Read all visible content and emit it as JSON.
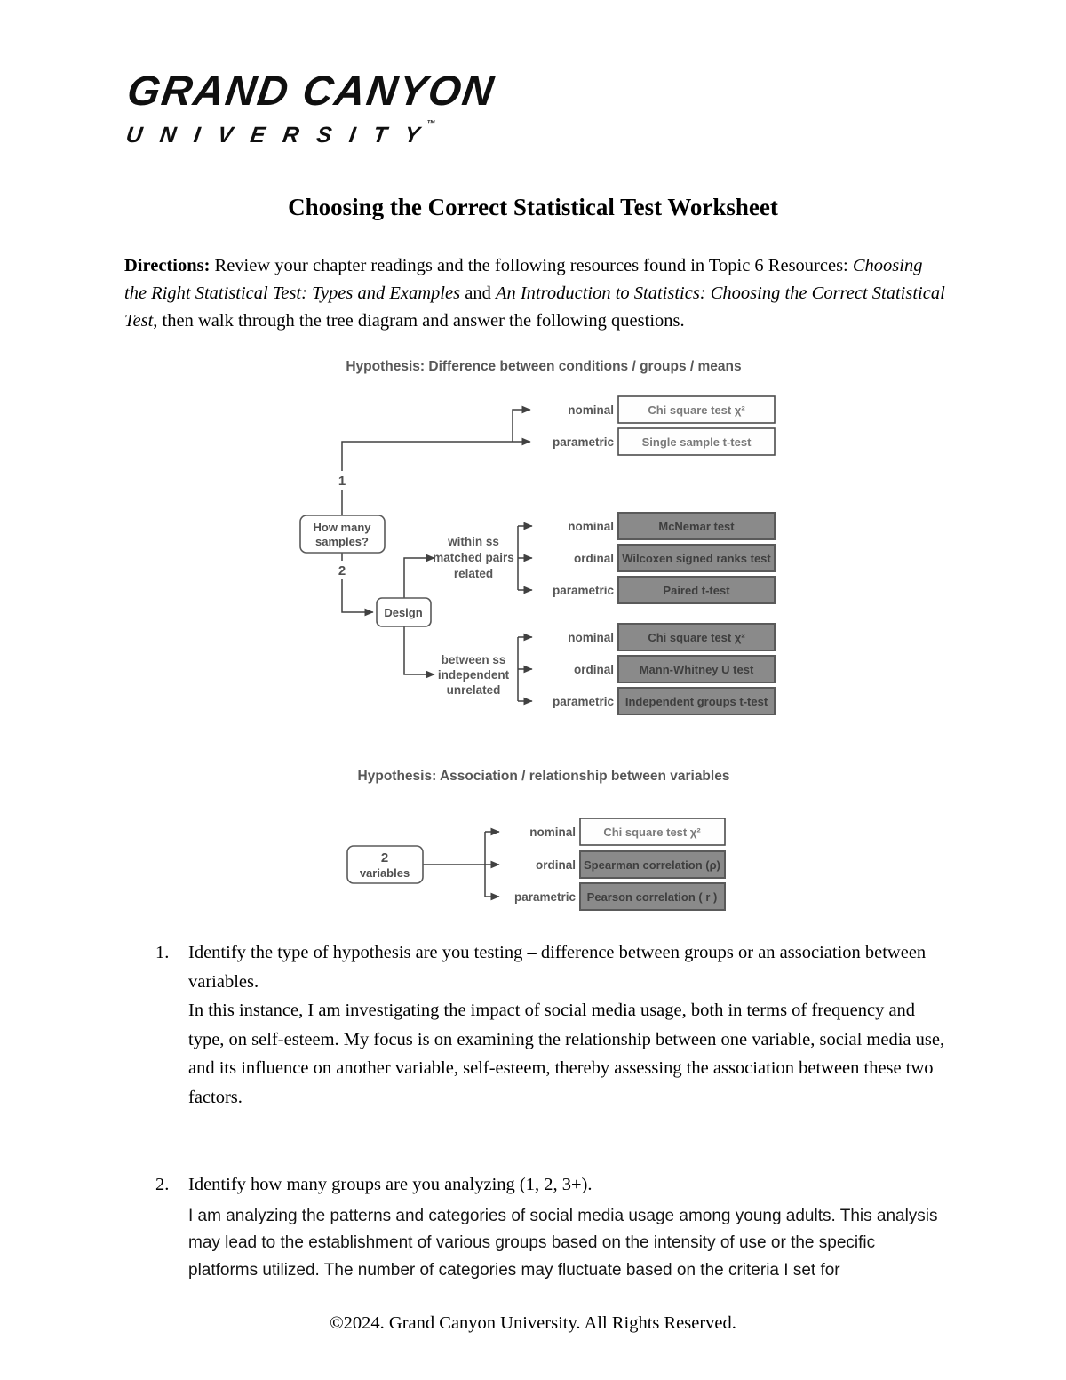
{
  "colors": {
    "test_box_gray": "#8a8a8a",
    "test_box_white": "#fefefe",
    "diagram_text_gray": "#575757",
    "logo_black": "#0f0f0f"
  },
  "logo": {
    "line1": "GRAND CANYON",
    "line2": "UNIVERSITY",
    "tm": "™"
  },
  "page": {
    "title": "Choosing the Correct Statistical Test Worksheet",
    "footer": "©2024. Grand Canyon University. All Rights Reserved."
  },
  "directions": {
    "label": "Directions:",
    "seg1": " Review your chapter readings and the following resources found in Topic 6 Resources: ",
    "res1": "Choosing the Right Statistical Test: Types and Examples",
    "seg2": " and ",
    "res2": "An Introduction to Statistics: Choosing the Correct Statistical Test",
    "seg3": ", then walk through the tree diagram and answer the following questions."
  },
  "diagram1": {
    "title": "Hypothesis: Difference between conditions / groups / means",
    "samples_box": [
      "How many",
      "samples?"
    ],
    "branch1_label": "1",
    "branch2_label": "2",
    "design_box": "Design",
    "within": [
      "within ss",
      "matched pairs",
      "related"
    ],
    "between": [
      "between ss",
      "independent",
      "unrelated"
    ],
    "rows": [
      {
        "label": "nominal",
        "test": "Chi square test  χ²"
      },
      {
        "label": "parametric",
        "test": "Single sample t-test"
      },
      {
        "label": "nominal",
        "test": "McNemar test"
      },
      {
        "label": "ordinal",
        "test": "Wilcoxen signed ranks test"
      },
      {
        "label": "parametric",
        "test": "Paired t-test"
      },
      {
        "label": "nominal",
        "test": "Chi square test  χ²"
      },
      {
        "label": "ordinal",
        "test": "Mann-Whitney U test"
      },
      {
        "label": "parametric",
        "test": "Independent groups t-test"
      }
    ]
  },
  "diagram2": {
    "title": "Hypothesis: Association / relationship between variables",
    "variables_box": [
      "2",
      "variables"
    ],
    "rows": [
      {
        "label": "nominal",
        "test": "Chi square test  χ²"
      },
      {
        "label": "ordinal",
        "test": "Spearman correlation (ρ)"
      },
      {
        "label": "parametric",
        "test": "Pearson correlation ( r )"
      }
    ]
  },
  "questions": [
    {
      "number": "1.",
      "question": "Identify the type of hypothesis are you testing – difference between groups or an association between variables.",
      "answer": "In this instance, I am investigating the impact of social media usage, both in terms of frequency and type, on self-esteem. My focus is on examining the relationship between one variable, social media use, and its influence on another variable, self-esteem, thereby assessing the association between these two factors."
    },
    {
      "number": "2.",
      "question": "Identify how many groups are you analyzing (1, 2, 3+).",
      "answer": "I am analyzing the patterns and categories of social media usage among young adults. This analysis may lead to the establishment of various groups based on the intensity of use or the specific platforms utilized. The number of categories may fluctuate based on the criteria I set for"
    }
  ]
}
